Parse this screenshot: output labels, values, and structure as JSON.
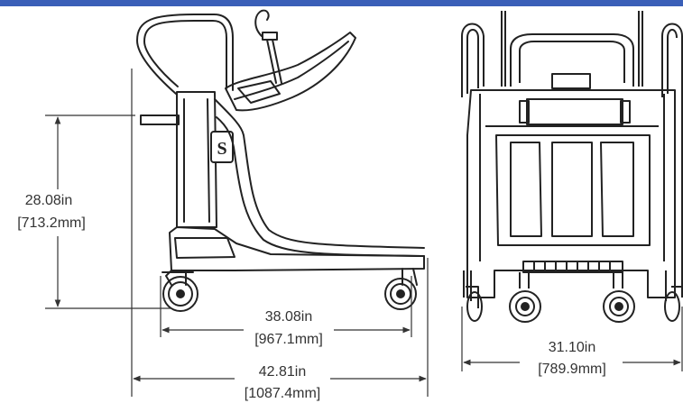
{
  "colors": {
    "accent_bar": "#3a5fb8",
    "line": "#222222",
    "dim_line": "#333333"
  },
  "dimensions": {
    "height": {
      "imperial": "28.08in",
      "metric": "[713.2mm]"
    },
    "wheelbase": {
      "imperial": "38.08in",
      "metric": "[967.1mm]"
    },
    "overall_length": {
      "imperial": "42.81in",
      "metric": "[1087.4mm]"
    },
    "overall_width": {
      "imperial": "31.10in",
      "metric": "[789.9mm]"
    }
  },
  "logo": {
    "letter": "S"
  }
}
